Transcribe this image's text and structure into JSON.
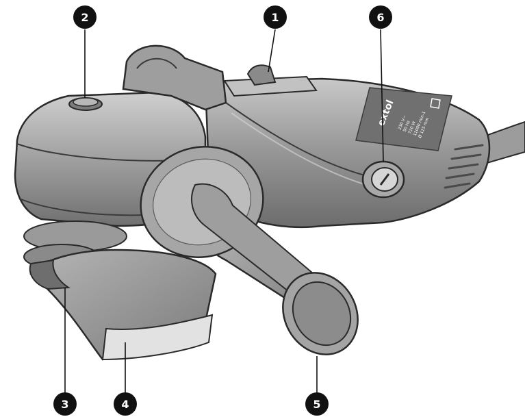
{
  "brand": "extol",
  "specs": [
    "230 V~",
    "50 Hz",
    "720 W",
    "11000 min-1",
    "Ø 125 mm"
  ],
  "callouts": [
    {
      "id": "callout-1",
      "number": "1"
    },
    {
      "id": "callout-2",
      "number": "2"
    },
    {
      "id": "callout-3",
      "number": "3"
    },
    {
      "id": "callout-4",
      "number": "4"
    },
    {
      "id": "callout-5",
      "number": "5"
    },
    {
      "id": "callout-6",
      "number": "6"
    }
  ],
  "colors": {
    "body": "#8e8e8e",
    "body_light": "#bdbdbd",
    "body_dark": "#5f5f5f",
    "outline": "#2a2a2a",
    "label_panel": "#6a6a6a",
    "callout": "#111111"
  }
}
